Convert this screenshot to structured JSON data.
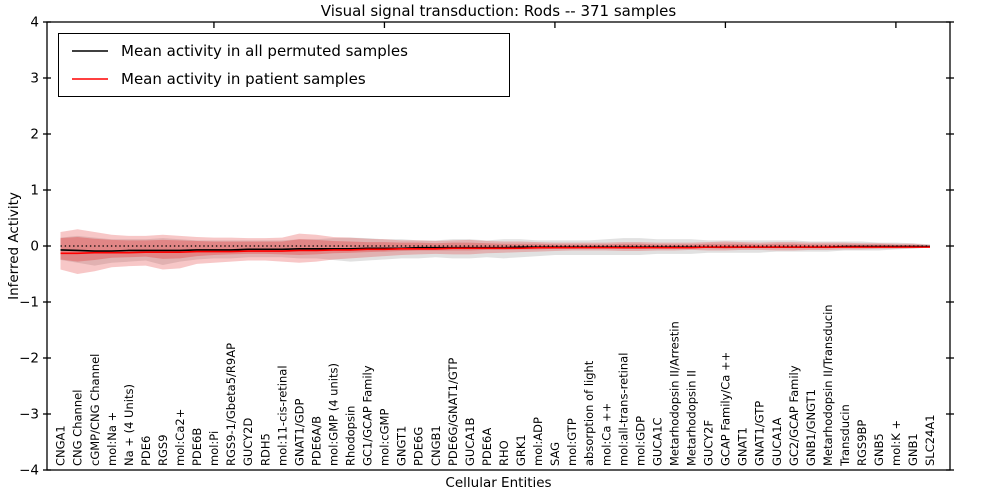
{
  "title": "Visual signal transduction: Rods -- 371 samples",
  "axes": {
    "ylabel": "Inferred Activity",
    "xlabel": "Cellular Entities",
    "ytick_labels": [
      "4",
      "3",
      "2",
      "1",
      "0",
      "−1",
      "−2",
      "−3",
      "−4"
    ]
  },
  "legend": {
    "items": [
      {
        "label": "Mean activity in all permuted samples",
        "color": "#000000"
      },
      {
        "label": "Mean activity in patient samples",
        "color": "#ff0000"
      }
    ]
  },
  "chart_data": {
    "type": "line",
    "title": "Visual signal transduction: Rods -- 371 samples",
    "xlabel": "Cellular Entities",
    "ylabel": "Inferred Activity",
    "ylim": [
      -4,
      4
    ],
    "yticks": [
      4,
      3,
      2,
      1,
      0,
      -1,
      -2,
      -3,
      -4
    ],
    "grid": false,
    "legend_position": "upper left",
    "baseline": {
      "value": 0,
      "style": "dotted",
      "color": "#000000"
    },
    "categories": [
      "CNGA1",
      "CNG Channel",
      "cGMP/CNG Channel",
      "mol:Na +",
      "Na + (4 Units)",
      "PDE6",
      "RGS9",
      "mol:Ca2+",
      "PDE6B",
      "mol:Pi",
      "RGS9-1/Gbeta5/R9AP",
      "GUCY2D",
      "RDH5",
      "mol:11-cis-retinal",
      "GNAT1/GDP",
      "PDE6A/B",
      "mol:GMP (4 units)",
      "Rhodopsin",
      "GC1/GCAP Family",
      "mol:cGMP",
      "GNGT1",
      "PDE6G",
      "CNGB1",
      "PDE6G/GNAT1/GTP",
      "GUCA1B",
      "PDE6A",
      "RHO",
      "GRK1",
      "mol:ADP",
      "SAG",
      "mol:GTP",
      "absorption of light",
      "mol:Ca ++",
      "mol:all-trans-retinal",
      "mol:GDP",
      "GUCA1C",
      "Metarhodopsin II/Arrestin",
      "Metarhodopsin II",
      "GUCY2F",
      "GCAP Family/Ca ++",
      "GNAT1",
      "GNAT1/GTP",
      "GUCA1A",
      "GC2/GCAP Family",
      "GNB1/GNGT1",
      "Metarhodopsin II/Transducin",
      "Transducin",
      "RGS9BP",
      "GNB5",
      "mol:K +",
      "GNB1",
      "SLC24A1"
    ],
    "series": [
      {
        "name": "Mean activity in all permuted samples",
        "color": "#000000",
        "style": "solid",
        "values": [
          -0.07,
          -0.08,
          -0.09,
          -0.09,
          -0.08,
          -0.08,
          -0.08,
          -0.08,
          -0.07,
          -0.07,
          -0.07,
          -0.06,
          -0.06,
          -0.06,
          -0.05,
          -0.05,
          -0.05,
          -0.05,
          -0.04,
          -0.04,
          -0.04,
          -0.03,
          -0.03,
          -0.03,
          -0.03,
          -0.03,
          -0.03,
          -0.02,
          -0.02,
          -0.02,
          -0.02,
          -0.02,
          -0.02,
          -0.02,
          -0.02,
          -0.02,
          -0.02,
          -0.02,
          -0.02,
          -0.02,
          -0.02,
          -0.02,
          -0.02,
          -0.02,
          -0.02,
          -0.02,
          -0.01,
          -0.01,
          -0.01,
          -0.01,
          -0.01,
          -0.01
        ]
      },
      {
        "name": "Mean activity in patient samples",
        "color": "#ff0000",
        "style": "solid",
        "values": [
          -0.13,
          -0.13,
          -0.12,
          -0.12,
          -0.12,
          -0.11,
          -0.11,
          -0.11,
          -0.1,
          -0.1,
          -0.1,
          -0.09,
          -0.09,
          -0.09,
          -0.08,
          -0.08,
          -0.07,
          -0.07,
          -0.06,
          -0.06,
          -0.05,
          -0.05,
          -0.05,
          -0.04,
          -0.04,
          -0.04,
          -0.04,
          -0.04,
          -0.03,
          -0.03,
          -0.03,
          -0.03,
          -0.03,
          -0.03,
          -0.03,
          -0.03,
          -0.03,
          -0.03,
          -0.02,
          -0.02,
          -0.02,
          -0.02,
          -0.02,
          -0.02,
          -0.02,
          -0.02,
          -0.02,
          -0.02,
          -0.02,
          -0.02,
          -0.02,
          -0.02
        ]
      }
    ],
    "bands": [
      {
        "name": "permuted-activity-range",
        "color": "#b0b0b0",
        "opacity": 0.38,
        "top": [
          0.15,
          0.18,
          0.15,
          0.12,
          0.12,
          0.12,
          0.14,
          0.12,
          0.1,
          0.1,
          0.1,
          0.1,
          0.1,
          0.1,
          0.12,
          0.12,
          0.14,
          0.15,
          0.14,
          0.12,
          0.12,
          0.1,
          0.1,
          0.12,
          0.12,
          0.1,
          0.12,
          0.12,
          0.1,
          0.1,
          0.1,
          0.1,
          0.12,
          0.14,
          0.14,
          0.12,
          0.12,
          0.12,
          0.1,
          0.1,
          0.1,
          0.1,
          0.1,
          0.1,
          0.08,
          0.08,
          0.08,
          0.08,
          0.06,
          0.06,
          0.05,
          0.03
        ],
        "bottom": [
          -0.25,
          -0.3,
          -0.35,
          -0.3,
          -0.28,
          -0.26,
          -0.34,
          -0.28,
          -0.24,
          -0.22,
          -0.22,
          -0.2,
          -0.2,
          -0.2,
          -0.22,
          -0.22,
          -0.25,
          -0.28,
          -0.26,
          -0.24,
          -0.22,
          -0.22,
          -0.2,
          -0.22,
          -0.22,
          -0.2,
          -0.22,
          -0.2,
          -0.18,
          -0.16,
          -0.16,
          -0.16,
          -0.16,
          -0.16,
          -0.16,
          -0.14,
          -0.14,
          -0.14,
          -0.12,
          -0.12,
          -0.12,
          -0.12,
          -0.1,
          -0.1,
          -0.1,
          -0.1,
          -0.08,
          -0.08,
          -0.08,
          -0.06,
          -0.05,
          -0.03
        ]
      },
      {
        "name": "patient-activity-range-outer",
        "color": "#e03030",
        "opacity": 0.27,
        "top": [
          0.25,
          0.3,
          0.25,
          0.2,
          0.18,
          0.18,
          0.2,
          0.18,
          0.16,
          0.15,
          0.15,
          0.14,
          0.14,
          0.15,
          0.22,
          0.2,
          0.16,
          0.15,
          0.13,
          0.12,
          0.1,
          0.1,
          0.09,
          0.1,
          0.11,
          0.09,
          0.08,
          0.08,
          0.07,
          0.06,
          0.06,
          0.06,
          0.06,
          0.07,
          0.07,
          0.06,
          0.06,
          0.06,
          0.07,
          0.08,
          0.07,
          0.06,
          0.07,
          0.07,
          0.06,
          0.06,
          0.06,
          0.05,
          0.05,
          0.04,
          0.04,
          0.02
        ],
        "bottom": [
          -0.42,
          -0.5,
          -0.45,
          -0.38,
          -0.36,
          -0.35,
          -0.42,
          -0.4,
          -0.32,
          -0.3,
          -0.28,
          -0.26,
          -0.26,
          -0.28,
          -0.3,
          -0.28,
          -0.24,
          -0.22,
          -0.2,
          -0.18,
          -0.16,
          -0.15,
          -0.14,
          -0.15,
          -0.15,
          -0.13,
          -0.12,
          -0.11,
          -0.1,
          -0.09,
          -0.08,
          -0.08,
          -0.08,
          -0.09,
          -0.09,
          -0.08,
          -0.08,
          -0.07,
          -0.08,
          -0.08,
          -0.07,
          -0.07,
          -0.08,
          -0.08,
          -0.07,
          -0.07,
          -0.06,
          -0.06,
          -0.05,
          -0.05,
          -0.04,
          -0.03
        ]
      },
      {
        "name": "patient-activity-range-inner",
        "color": "#e03030",
        "opacity": 0.33,
        "top": [
          0.14,
          0.16,
          0.13,
          0.11,
          0.1,
          0.1,
          0.11,
          0.1,
          0.09,
          0.08,
          0.08,
          0.08,
          0.08,
          0.08,
          0.12,
          0.11,
          0.09,
          0.08,
          0.07,
          0.07,
          0.06,
          0.06,
          0.05,
          0.06,
          0.06,
          0.05,
          0.04,
          0.04,
          0.04,
          0.03,
          0.03,
          0.03,
          0.03,
          0.04,
          0.04,
          0.03,
          0.03,
          0.03,
          0.04,
          0.04,
          0.04,
          0.03,
          0.04,
          0.04,
          0.03,
          0.03,
          0.03,
          0.03,
          0.03,
          0.02,
          0.02,
          0.01
        ],
        "bottom": [
          -0.24,
          -0.28,
          -0.25,
          -0.21,
          -0.2,
          -0.19,
          -0.23,
          -0.22,
          -0.18,
          -0.16,
          -0.15,
          -0.14,
          -0.14,
          -0.15,
          -0.16,
          -0.15,
          -0.13,
          -0.12,
          -0.11,
          -0.1,
          -0.09,
          -0.08,
          -0.08,
          -0.08,
          -0.08,
          -0.07,
          -0.07,
          -0.06,
          -0.06,
          -0.05,
          -0.05,
          -0.04,
          -0.04,
          -0.05,
          -0.05,
          -0.04,
          -0.04,
          -0.04,
          -0.04,
          -0.05,
          -0.04,
          -0.04,
          -0.04,
          -0.04,
          -0.04,
          -0.04,
          -0.03,
          -0.03,
          -0.03,
          -0.03,
          -0.02,
          -0.02
        ]
      }
    ]
  }
}
